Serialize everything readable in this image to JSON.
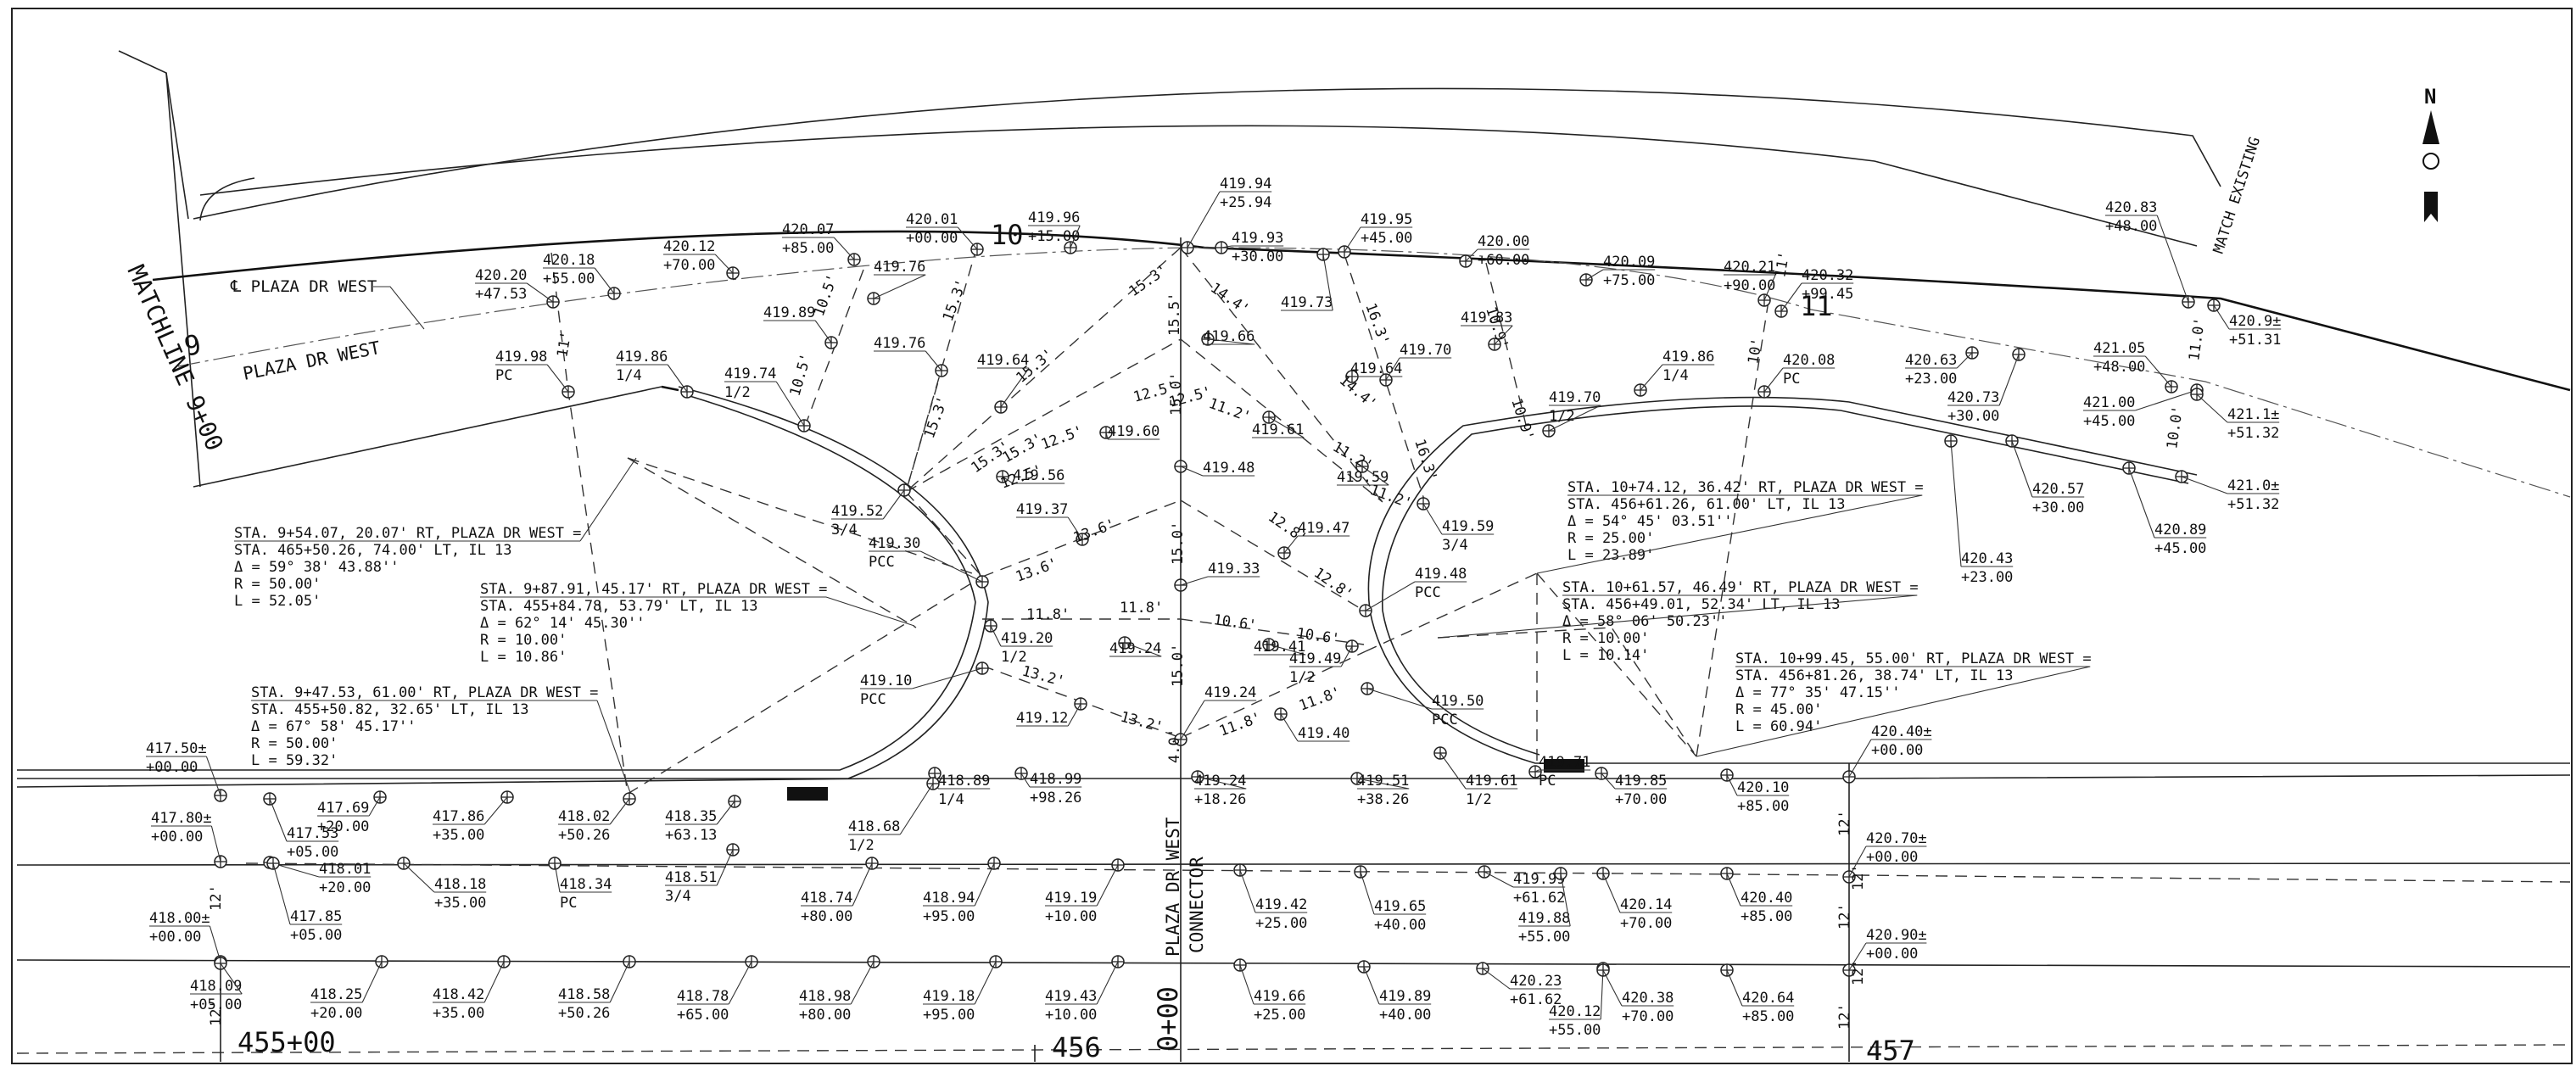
{
  "sheet": {
    "north_label": "N",
    "matchline_label": "MATCHLINE 9+00",
    "match_existing_label": "MATCH EXISTING",
    "road_labels": [
      "PLAZA DR WEST"
    ],
    "centerline_label": "℄ PLAZA DR WEST",
    "connector_label_1": "PLAZA DR WEST",
    "connector_label_2": "CONNECTOR",
    "connector_station": "0+00",
    "station_labels": [
      {
        "text": "9"
      },
      {
        "text": "10"
      },
      {
        "text": "11"
      },
      {
        "text": "455+00"
      },
      {
        "text": "456"
      },
      {
        "text": "457"
      }
    ]
  },
  "curve_data": [
    {
      "lines": [
        "STA. 9+54.07, 20.07' RT, PLAZA DR WEST =",
        "STA. 465+50.26, 74.00' LT, IL 13",
        "Δ = 59° 38' 43.88''",
        "R = 50.00'",
        "L = 52.05'"
      ]
    },
    {
      "lines": [
        "STA. 9+87.91, 45.17' RT, PLAZA DR WEST =",
        "STA. 455+84.78, 53.79' LT, IL 13",
        "Δ = 62° 14' 45.30''",
        "R = 10.00'",
        "L = 10.86'"
      ]
    },
    {
      "lines": [
        "STA. 9+47.53, 61.00' RT, PLAZA DR WEST =",
        "STA. 455+50.82, 32.65' LT, IL 13",
        "Δ = 67° 58' 45.17''",
        "R = 50.00'",
        "L = 59.32'"
      ]
    },
    {
      "lines": [
        "STA. 10+74.12, 36.42' RT, PLAZA DR WEST =",
        "STA. 456+61.26, 61.00' LT, IL 13",
        "Δ = 54° 45' 03.51''",
        "R = 25.00'",
        "L = 23.89'"
      ]
    },
    {
      "lines": [
        "STA. 10+61.57, 46.49' RT, PLAZA DR WEST =",
        "STA. 456+49.01, 52.34' LT, IL 13",
        "Δ = 58° 06' 50.23''",
        "R = 10.00'",
        "L = 10.14'"
      ]
    },
    {
      "lines": [
        "STA. 10+99.45, 55.00' RT, PLAZA DR WEST =",
        "STA. 456+81.26, 38.74' LT, IL 13",
        "Δ = 77° 35' 47.15''",
        "R = 45.00'",
        "L = 60.94'"
      ]
    }
  ],
  "spot_elevations": [
    {
      "elev": "420.20",
      "sub": "+47.53"
    },
    {
      "elev": "420.18",
      "sub": "+55.00"
    },
    {
      "elev": "420.12",
      "sub": "+70.00"
    },
    {
      "elev": "420.07",
      "sub": "+85.00"
    },
    {
      "elev": "420.01",
      "sub": "+00.00"
    },
    {
      "elev": "419.96",
      "sub": "+15.00"
    },
    {
      "elev": "419.94",
      "sub": "+25.94"
    },
    {
      "elev": "419.93",
      "sub": "+30.00"
    },
    {
      "elev": "419.95",
      "sub": "+45.00"
    },
    {
      "elev": "420.00",
      "sub": "+60.00"
    },
    {
      "elev": "420.09",
      "sub": "+75.00"
    },
    {
      "elev": "420.21",
      "sub": "+90.00"
    },
    {
      "elev": "420.32",
      "sub": "+99.45"
    },
    {
      "elev": "420.83",
      "sub": "+48.00"
    },
    {
      "elev": "420.9±",
      "sub": "+51.31"
    },
    {
      "elev": "421.05",
      "sub": "+48.00"
    },
    {
      "elev": "421.00",
      "sub": "+45.00"
    },
    {
      "elev": "421.1±",
      "sub": "+51.32"
    },
    {
      "elev": "421.0±",
      "sub": "+51.32"
    },
    {
      "elev": "420.89",
      "sub": "+45.00"
    },
    {
      "elev": "420.63",
      "sub": "+23.00"
    },
    {
      "elev": "420.73",
      "sub": "+30.00"
    },
    {
      "elev": "420.57",
      "sub": "+30.00"
    },
    {
      "elev": "420.43",
      "sub": "+23.00"
    },
    {
      "elev": "419.98",
      "sub": "PC"
    },
    {
      "elev": "419.86",
      "sub": "1/4"
    },
    {
      "elev": "419.74",
      "sub": "1/2"
    },
    {
      "elev": "419.89",
      "sub": ""
    },
    {
      "elev": "419.76",
      "sub": ""
    },
    {
      "elev": "419.76",
      "sub": ""
    },
    {
      "elev": "419.73",
      "sub": ""
    },
    {
      "elev": "419.83",
      "sub": ""
    },
    {
      "elev": "419.64",
      "sub": ""
    },
    {
      "elev": "419.66",
      "sub": ""
    },
    {
      "elev": "419.64",
      "sub": ""
    },
    {
      "elev": "419.70",
      "sub": ""
    },
    {
      "elev": "419.60",
      "sub": ""
    },
    {
      "elev": "419.61",
      "sub": ""
    },
    {
      "elev": "419.56",
      "sub": ""
    },
    {
      "elev": "419.59",
      "sub": ""
    },
    {
      "elev": "419.70",
      "sub": "1/2"
    },
    {
      "elev": "419.86",
      "sub": "1/4"
    },
    {
      "elev": "420.08",
      "sub": "PC"
    },
    {
      "elev": "419.52",
      "sub": "3/4"
    },
    {
      "elev": "419.48",
      "sub": ""
    },
    {
      "elev": "419.59",
      "sub": "3/4"
    },
    {
      "elev": "419.37",
      "sub": ""
    },
    {
      "elev": "419.47",
      "sub": ""
    },
    {
      "elev": "419.30",
      "sub": "PCC"
    },
    {
      "elev": "419.33",
      "sub": ""
    },
    {
      "elev": "419.48",
      "sub": "PCC"
    },
    {
      "elev": "419.20",
      "sub": "1/2"
    },
    {
      "elev": "419.24",
      "sub": ""
    },
    {
      "elev": "419.41",
      "sub": ""
    },
    {
      "elev": "419.49",
      "sub": "1/2"
    },
    {
      "elev": "419.10",
      "sub": "PCC"
    },
    {
      "elev": "419.24",
      "sub": ""
    },
    {
      "elev": "419.12",
      "sub": ""
    },
    {
      "elev": "419.40",
      "sub": ""
    },
    {
      "elev": "419.50",
      "sub": "PCC"
    },
    {
      "elev": "417.50±",
      "sub": "+00.00"
    },
    {
      "elev": "417.69",
      "sub": "+20.00"
    },
    {
      "elev": "417.53",
      "sub": "+05.00"
    },
    {
      "elev": "417.86",
      "sub": "+35.00"
    },
    {
      "elev": "418.02",
      "sub": "+50.26"
    },
    {
      "elev": "418.35",
      "sub": "+63.13"
    },
    {
      "elev": "418.89",
      "sub": "1/4"
    },
    {
      "elev": "418.99",
      "sub": "+98.26"
    },
    {
      "elev": "418.68",
      "sub": "1/2"
    },
    {
      "elev": "419.24",
      "sub": "+18.26"
    },
    {
      "elev": "419.51",
      "sub": "+38.26"
    },
    {
      "elev": "419.61",
      "sub": "1/2"
    },
    {
      "elev": "419.71",
      "sub": "PC"
    },
    {
      "elev": "419.85",
      "sub": "+70.00"
    },
    {
      "elev": "420.10",
      "sub": "+85.00"
    },
    {
      "elev": "420.40±",
      "sub": "+00.00"
    },
    {
      "elev": "417.80±",
      "sub": "+00.00"
    },
    {
      "elev": "418.01",
      "sub": "+20.00"
    },
    {
      "elev": "417.85",
      "sub": "+05.00"
    },
    {
      "elev": "418.18",
      "sub": "+35.00"
    },
    {
      "elev": "418.34",
      "sub": "PC"
    },
    {
      "elev": "418.51",
      "sub": "3/4"
    },
    {
      "elev": "418.74",
      "sub": "+80.00"
    },
    {
      "elev": "418.94",
      "sub": "+95.00"
    },
    {
      "elev": "419.19",
      "sub": "+10.00"
    },
    {
      "elev": "419.42",
      "sub": "+25.00"
    },
    {
      "elev": "419.65",
      "sub": "+40.00"
    },
    {
      "elev": "419.99",
      "sub": "+61.62"
    },
    {
      "elev": "419.88",
      "sub": "+55.00"
    },
    {
      "elev": "420.14",
      "sub": "+70.00"
    },
    {
      "elev": "420.40",
      "sub": "+85.00"
    },
    {
      "elev": "420.70±",
      "sub": "+00.00"
    },
    {
      "elev": "418.00±",
      "sub": "+00.00"
    },
    {
      "elev": "418.09",
      "sub": "+05.00"
    },
    {
      "elev": "418.25",
      "sub": "+20.00"
    },
    {
      "elev": "418.42",
      "sub": "+35.00"
    },
    {
      "elev": "418.58",
      "sub": "+50.26"
    },
    {
      "elev": "418.78",
      "sub": "+65.00"
    },
    {
      "elev": "418.98",
      "sub": "+80.00"
    },
    {
      "elev": "419.18",
      "sub": "+95.00"
    },
    {
      "elev": "419.43",
      "sub": "+10.00"
    },
    {
      "elev": "419.66",
      "sub": "+25.00"
    },
    {
      "elev": "419.89",
      "sub": "+40.00"
    },
    {
      "elev": "420.23",
      "sub": "+61.62"
    },
    {
      "elev": "420.12",
      "sub": "+55.00"
    },
    {
      "elev": "420.38",
      "sub": "+70.00"
    },
    {
      "elev": "420.64",
      "sub": "+85.00"
    },
    {
      "elev": "420.90±",
      "sub": "+00.00"
    }
  ],
  "dimension_labels": [
    "11'",
    "10.5'",
    "10.5'",
    "15.3'",
    "15.3'",
    "15.3'",
    "15.3'",
    "15.3'",
    "15.3'",
    "12.5'",
    "12.5'",
    "12.5'",
    "12.5'",
    "15.5'",
    "15.0'",
    "15.0'",
    "15.0'",
    "14.4'",
    "14.4'",
    "11.2'",
    "11.2'",
    "11.2'",
    "16.3'",
    "16.3'",
    "10.9'",
    "10.9'",
    "11'",
    "10'",
    "11.0'",
    "10.0'",
    "12.8'",
    "12.8'",
    "13.6'",
    "13.6'",
    "11.8'",
    "11.8'",
    "10.6'",
    "10.6'",
    "13.2'",
    "13.2'",
    "11.8'",
    "11.8'",
    "4.0'",
    "12'",
    "12'",
    "12'",
    "12'",
    "12'",
    "12'",
    "12'"
  ]
}
